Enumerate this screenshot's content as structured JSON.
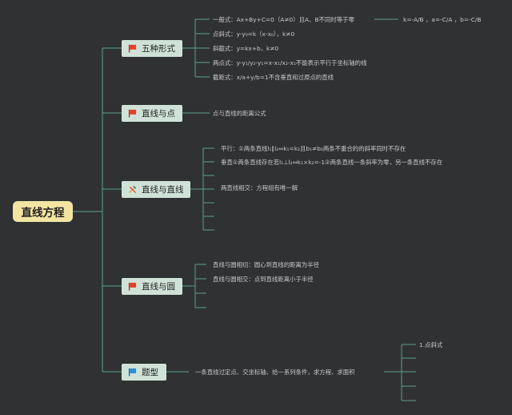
{
  "root": {
    "title": "直线方程"
  },
  "branches": [
    {
      "label": "五种形式",
      "icon": "red-flag-icon",
      "items": [
        "一般式：Ax+By+C=0（A≠0）且A、B不同时等于零",
        "点斜式：y-y₀=k（x-x₀），k≠0",
        "斜截式：y=kx+b，k≠0",
        "两点式：y-y₁/y₂-y₁=x-x₁/x₂-x₁不能表示平行于坐标轴的线",
        "截距式：x/a+y/b=1不含垂直和过原点的直线"
      ],
      "sub_item": "k=-A/B ，a=-C/A ，b=-C/B"
    },
    {
      "label": "直线与点",
      "icon": "red-flag-icon",
      "items": [
        "点与直线的距离公式"
      ]
    },
    {
      "label": "直线与直线",
      "icon": "tools-icon",
      "items": [
        "平行：①两条直线l₁∥l₂⇔k₁=k₂且b₁≠b₂两条不重合的的斜率同时不存在",
        "垂直①两条直线存在若l₁⊥l₂⇔k₁×k₂=-1②两条直线一条斜率为零，另一条直线不存在",
        "两直线相交：方程组有唯一解"
      ]
    },
    {
      "label": "直线与圆",
      "icon": "red-flag-icon",
      "items": [
        "直线与圆相切：圆心到直线的距离为半径",
        "直线与圆相交：点到直线距离小于半径"
      ]
    },
    {
      "label": "题型",
      "icon": "blue-flag-icon",
      "items": [
        "一条直线过定点、交坐标轴、给一系列条件，求方程、求面积"
      ],
      "sub_items": [
        "1.点斜式"
      ]
    }
  ],
  "colors": {
    "background": "#2f3133",
    "line": "#5c9e8e",
    "root_fill": "#f3e4a2",
    "node_fill": "#d0e2d8",
    "red_flag": "#e8402b",
    "blue_flag": "#2a8fd6"
  }
}
